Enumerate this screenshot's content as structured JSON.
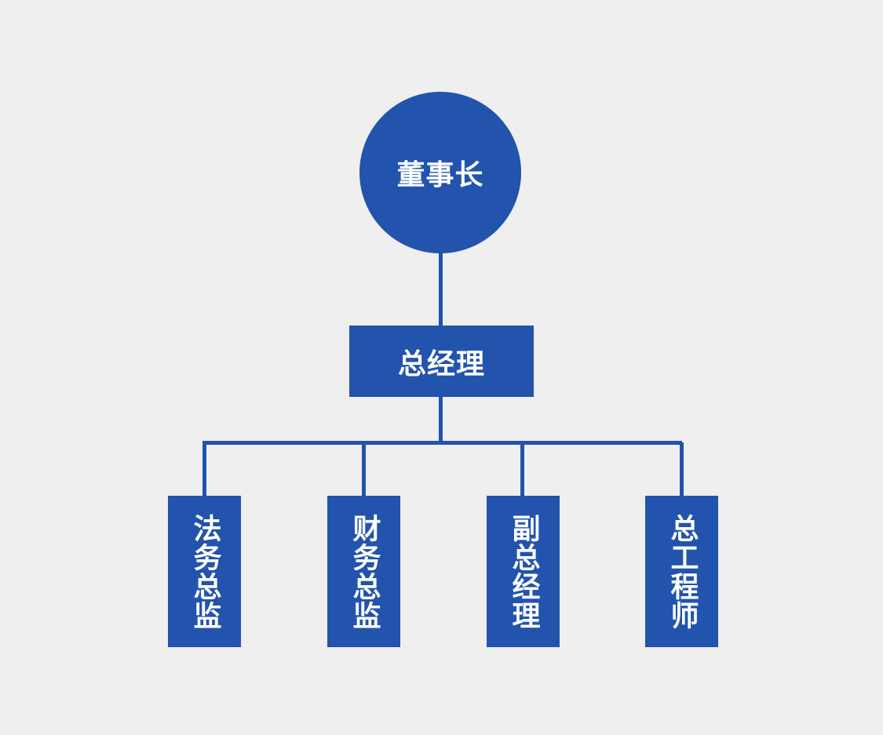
{
  "colors": {
    "background": "#efefef",
    "node_fill": "#2253ad",
    "connector": "#2253ad",
    "node_text": "#ffffff"
  },
  "org_chart": {
    "type": "org-chart",
    "root": {
      "label": "董事长",
      "shape": "circle"
    },
    "level2": {
      "label": "总经理",
      "shape": "rectangle"
    },
    "level3": [
      {
        "label": "法务总监",
        "shape": "rectangle-vertical"
      },
      {
        "label": "财务总监",
        "shape": "rectangle-vertical"
      },
      {
        "label": "副总经理",
        "shape": "rectangle-vertical"
      },
      {
        "label": "总工程师",
        "shape": "rectangle-vertical"
      }
    ]
  }
}
